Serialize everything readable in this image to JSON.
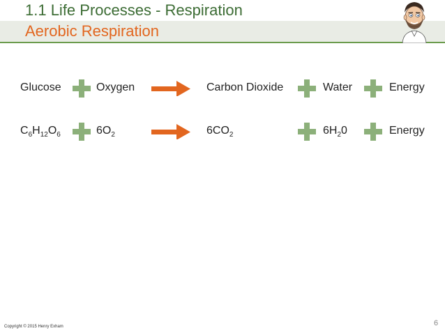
{
  "slide": {
    "title": "1.1 Life Processes - Respiration",
    "subtitle": "Aerobic Respiration",
    "page_number": "6",
    "copyright": "Copyright © 2015 Henry Exham"
  },
  "equation_words": {
    "reactant_1": "Glucose",
    "reactant_2": "Oxygen",
    "product_1": "Carbon Dioxide",
    "product_2": "Water",
    "product_3": "Energy"
  },
  "equation_formula": {
    "glucose": {
      "c": "C",
      "c_sub": "6",
      "h": "H",
      "h_sub": "12",
      "o": "O",
      "o_sub": "6"
    },
    "oxygen": {
      "prefix": "6O",
      "sub": "2"
    },
    "carbon_dioxide": {
      "prefix": "6CO",
      "sub": "2"
    },
    "water": {
      "prefix": "6H",
      "sub": "2",
      "suffix": "0"
    },
    "energy": "Energy"
  },
  "colors": {
    "title": "#3c6c34",
    "subtitle": "#e2661f",
    "plus": "#8cb07a",
    "arrow": "#e2661f",
    "subtitle_band": "#e9ece5"
  },
  "icons": {
    "plus": "plus-icon",
    "arrow": "right-arrow-icon",
    "avatar": "cartoon-avatar"
  }
}
